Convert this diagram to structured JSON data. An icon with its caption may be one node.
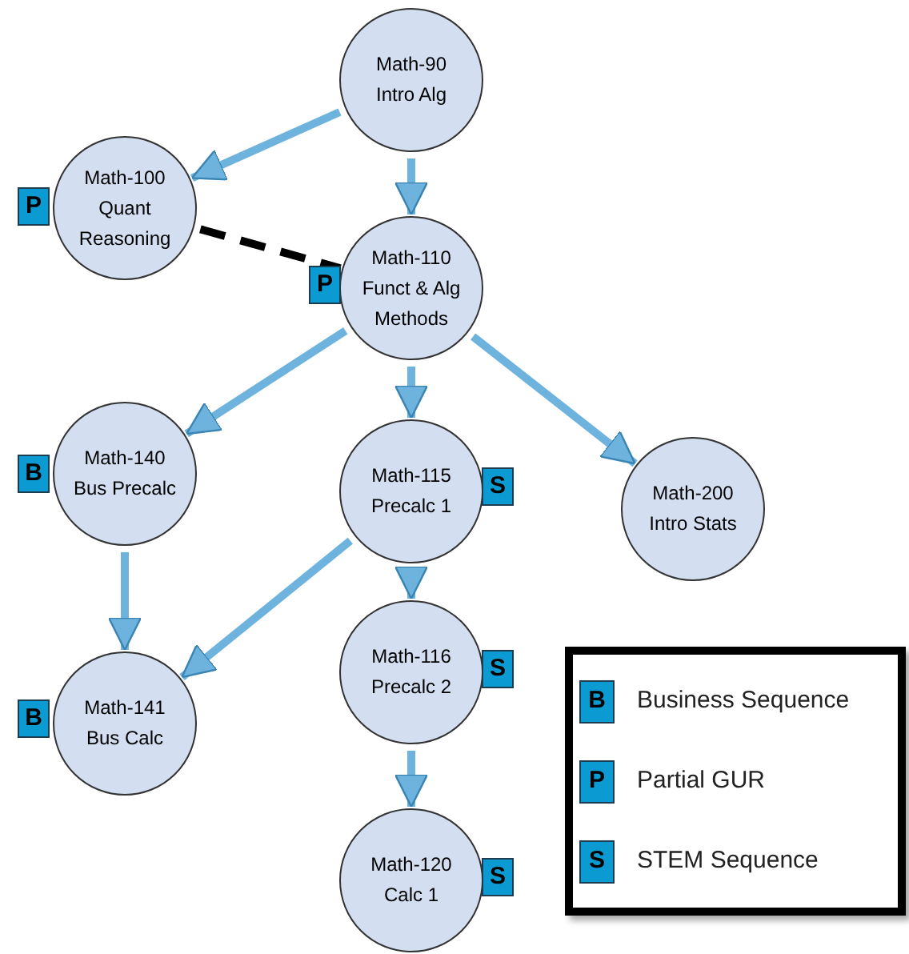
{
  "diagram": {
    "nodes": [
      {
        "text": [
          "Math-90",
          "Intro Alg"
        ]
      },
      {
        "text": [
          "Math-100",
          "Quant Reasoning"
        ],
        "beside": [
          "P"
        ]
      },
      {
        "text": [
          "Math-110",
          "Funct & Alg Methods"
        ],
        "beside": [
          "P"
        ]
      },
      {
        "text": [
          "Math-140",
          "Bus Precalc"
        ],
        "beside": [
          "B"
        ]
      },
      {
        "text": [
          "Math-115",
          "Precalc 1"
        ],
        "beside": [
          "S"
        ]
      },
      {
        "text": [
          "Math-200",
          "Intro Stats"
        ]
      },
      {
        "text": [
          "Math-141",
          "Bus Calc"
        ],
        "beside": [
          "B"
        ]
      },
      {
        "text": [
          "Math-116",
          "Precalc 2"
        ],
        "beside": [
          "S"
        ]
      },
      {
        "text": [
          "Math-120",
          "Calc 1"
        ],
        "beside": [
          "S"
        ]
      }
    ],
    "edges": [
      {
        "from": 0,
        "to": 1,
        "arrow": "to"
      },
      {
        "from": 0,
        "to": 2,
        "arrow": "to"
      },
      {
        "from": 1,
        "to": 2,
        "arrow": "none",
        "style": "dashed",
        "color": "#000000"
      },
      {
        "from": 2,
        "to": 3,
        "arrow": "to"
      },
      {
        "from": 2,
        "to": 4,
        "arrow": "to"
      },
      {
        "from": 2,
        "to": 5,
        "arrow": "to"
      },
      {
        "from": 3,
        "to": 6,
        "arrow": "to"
      },
      {
        "from": 4,
        "to": 6,
        "arrow": "to"
      },
      {
        "from": 4,
        "to": 7,
        "arrow": "to"
      },
      {
        "from": 7,
        "to": 8,
        "arrow": "to"
      }
    ],
    "labels": [
      "B",
      "P",
      "S"
    ],
    "legend": [
      {
        "text": "Business Sequence",
        "color": "#0b9ad1"
      },
      {
        "text": "Partial GUR",
        "color": "#0b9ad1"
      },
      {
        "text": "STEM Sequence",
        "color": "#0b9ad1"
      }
    ]
  }
}
